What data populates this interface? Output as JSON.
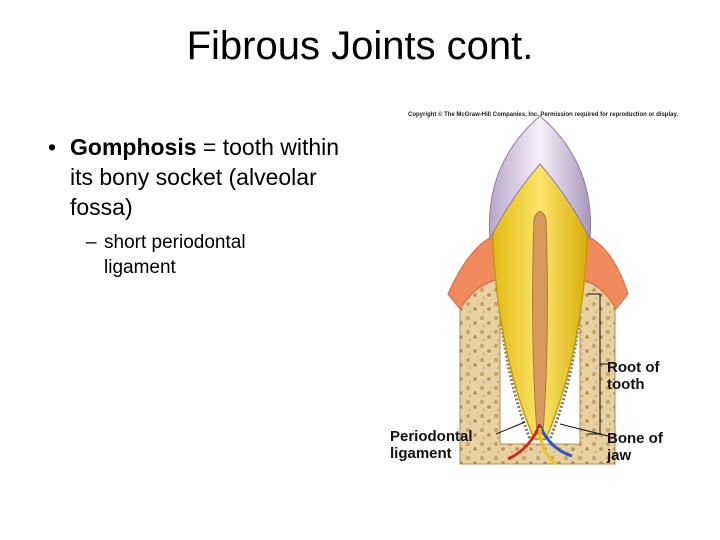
{
  "slide": {
    "title": "Fibrous Joints cont.",
    "bullet": {
      "symbol": "•",
      "term": "Gomphosis",
      "text": " = tooth within its bony socket (alveolar fossa)"
    },
    "sub_bullet": {
      "symbol": "–",
      "text": "short periodontal ligament"
    }
  },
  "figure": {
    "copyright": "Copyright © The McGraw-Hill Companies, Inc. Permission required for reproduction or display.",
    "labels": {
      "root_of_tooth": "Root of tooth",
      "bone_of_jaw": "Bone of jaw",
      "periodontal_ligament": "Periodontal ligament"
    }
  }
}
